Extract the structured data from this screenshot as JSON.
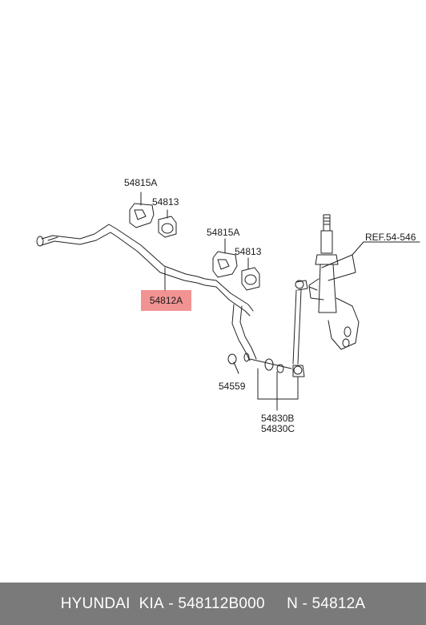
{
  "labels": {
    "p54815a_top": "54815A",
    "p54813_top": "54813",
    "p54815a_mid": "54815A",
    "p54813_mid": "54813",
    "p54812a": "54812A",
    "ref": "REF.54-546",
    "p54559": "54559",
    "p54830b": "54830B",
    "p54830c": "54830C"
  },
  "footer": {
    "brand": "HYUNDAI  KIA",
    "sep1": " - ",
    "part_number": "548112B000",
    "sep2": "     N - ",
    "ref_number": "54812A"
  },
  "colors": {
    "highlight": "#f08080",
    "footer_bg": "#7a7a7a",
    "line": "#222222"
  }
}
